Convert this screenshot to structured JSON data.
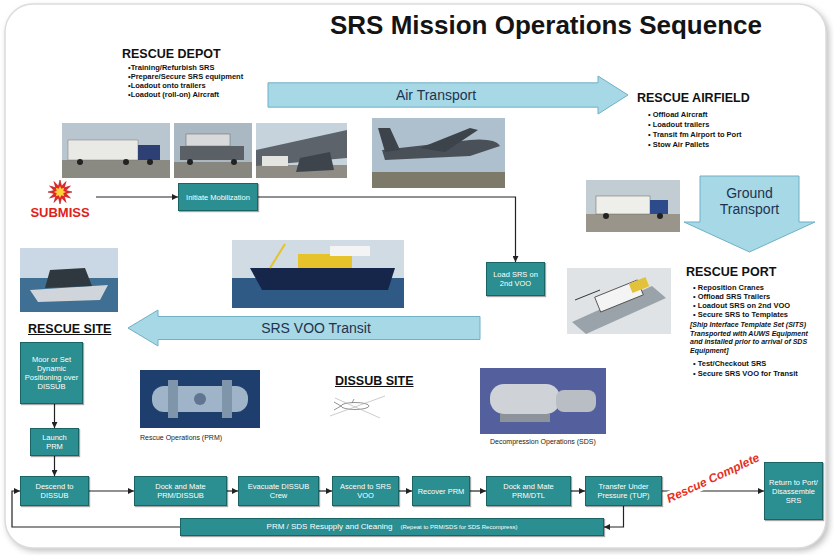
{
  "diagram": {
    "title": "SRS Mission Operations Sequence",
    "nodes": [
      {
        "text": [
          "Air Transport"
        ]
      },
      {
        "text": [
          "Ground Transport"
        ]
      },
      {
        "text": [
          "SUBMISS"
        ]
      },
      {
        "text": [
          "Initiate Mobilization"
        ]
      },
      {
        "text": [
          "Load SRS on 2nd VOO"
        ]
      },
      {
        "text": [
          "SRS VOO Transit"
        ]
      },
      {
        "text": [
          "Moor or Set Dynamic Positioning over DISSUB"
        ]
      },
      {
        "text": [
          "Launch PRM"
        ]
      },
      {
        "text": [
          "Descend to DISSUB"
        ]
      },
      {
        "text": [
          "Dock and Mate PRM/DISSUB"
        ]
      },
      {
        "text": [
          "Evacuate DISSUB Crew"
        ]
      },
      {
        "text": [
          "Ascend to SRS VOO"
        ]
      },
      {
        "text": [
          "Recover PRM"
        ]
      },
      {
        "text": [
          "Dock and Mate PRM/DTL"
        ]
      },
      {
        "text": [
          "Transfer Under Pressure (TUP)"
        ]
      },
      {
        "text": [
          "Return to Port/ Disassemble SRS"
        ]
      },
      {
        "text": [
          "PRM / SDS Resupply and Cleaning",
          "(Repeat to PRM/SDS for SDS Recompress)"
        ]
      }
    ],
    "edges": [
      {
        "from": 2,
        "to": 3,
        "arrow": "to"
      },
      {
        "from": 3,
        "to": 4,
        "arrow": "to"
      },
      {
        "from": 6,
        "to": 7,
        "arrow": "to"
      },
      {
        "from": 7,
        "to": 8,
        "arrow": "to"
      },
      {
        "from": 8,
        "to": 9,
        "arrow": "to"
      },
      {
        "from": 9,
        "to": 10,
        "arrow": "to"
      },
      {
        "from": 10,
        "to": 11,
        "arrow": "to"
      },
      {
        "from": 11,
        "to": 12,
        "arrow": "to"
      },
      {
        "from": 12,
        "to": 13,
        "arrow": "to"
      },
      {
        "from": 13,
        "to": 14,
        "arrow": "to"
      },
      {
        "from": 14,
        "to": 15,
        "label": "Rescue Complete",
        "arrow": "to"
      },
      {
        "from": 14,
        "to": 16,
        "arrow": "to"
      },
      {
        "from": 16,
        "to": 8,
        "arrow": "to"
      }
    ],
    "labels": [
      "RESCUE DEPOT",
      "•Training/Refurbish SRS",
      "•Prepare/Secure SRS equipment",
      "•Loadout onto trailers",
      "•Loadout (roll-on) Aircraft",
      "RESCUE AIRFIELD",
      "• Offload Aircraft",
      "• Loadout trailers",
      "• Transit fm Airport to Port",
      "• Stow Air Pallets",
      "RESCUE PORT",
      "• Reposition Cranes",
      "• Offload SRS Trailers",
      "• Loadout SRS on 2nd VOO",
      "• Secure SRS to Templates",
      "[Ship Interface Template Set (SITS) Transported with AUWS Equipment and installed prior to arrival of SDS Equipment]",
      "• Test/Checkout SRS",
      "• Secure SRS VOO for Transit",
      "RESCUE SITE",
      "DISSUB SITE",
      "Rescue Operations (PRM)",
      "Decompression Operations (SDS)"
    ]
  }
}
